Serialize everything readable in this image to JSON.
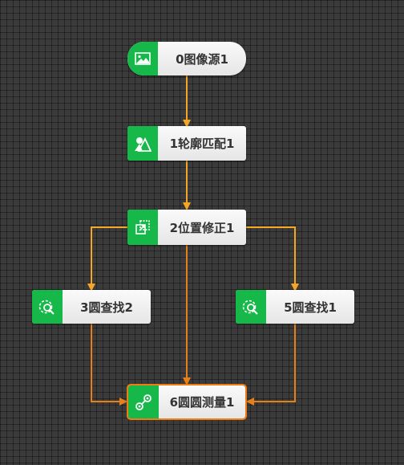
{
  "nodes": [
    {
      "id": "n0",
      "label": "0图像源1",
      "icon": "image-icon"
    },
    {
      "id": "n1",
      "label": "1轮廓匹配1",
      "icon": "shape-match-icon"
    },
    {
      "id": "n2",
      "label": "2位置修正1",
      "icon": "position-correct-icon"
    },
    {
      "id": "n3",
      "label": "3圆查找2",
      "icon": "circle-search-icon"
    },
    {
      "id": "n5",
      "label": "5圆查找1",
      "icon": "circle-search-icon"
    },
    {
      "id": "n6",
      "label": "6圆圆测量1",
      "icon": "circle-measure-icon"
    }
  ],
  "colors": {
    "edge_primary": "#f5a623",
    "edge_secondary": "#e8801a",
    "icon_bg": "#16b84a",
    "selected_outline": "#ef7d12"
  },
  "selected_node": "6圆圆测量1"
}
